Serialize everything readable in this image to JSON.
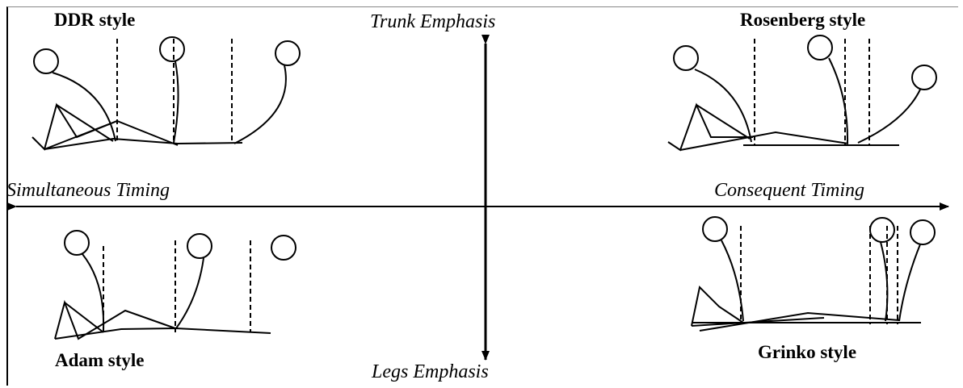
{
  "axes": {
    "top": "Trunk Emphasis",
    "bottom": "Legs Emphasis",
    "left": "Simultaneous Timing",
    "right": "Consequent Timing"
  },
  "quadrants": {
    "top_left": "DDR style",
    "top_right": "Rosenberg style",
    "bottom_left": "Adam style",
    "bottom_right": "Grinko style"
  }
}
